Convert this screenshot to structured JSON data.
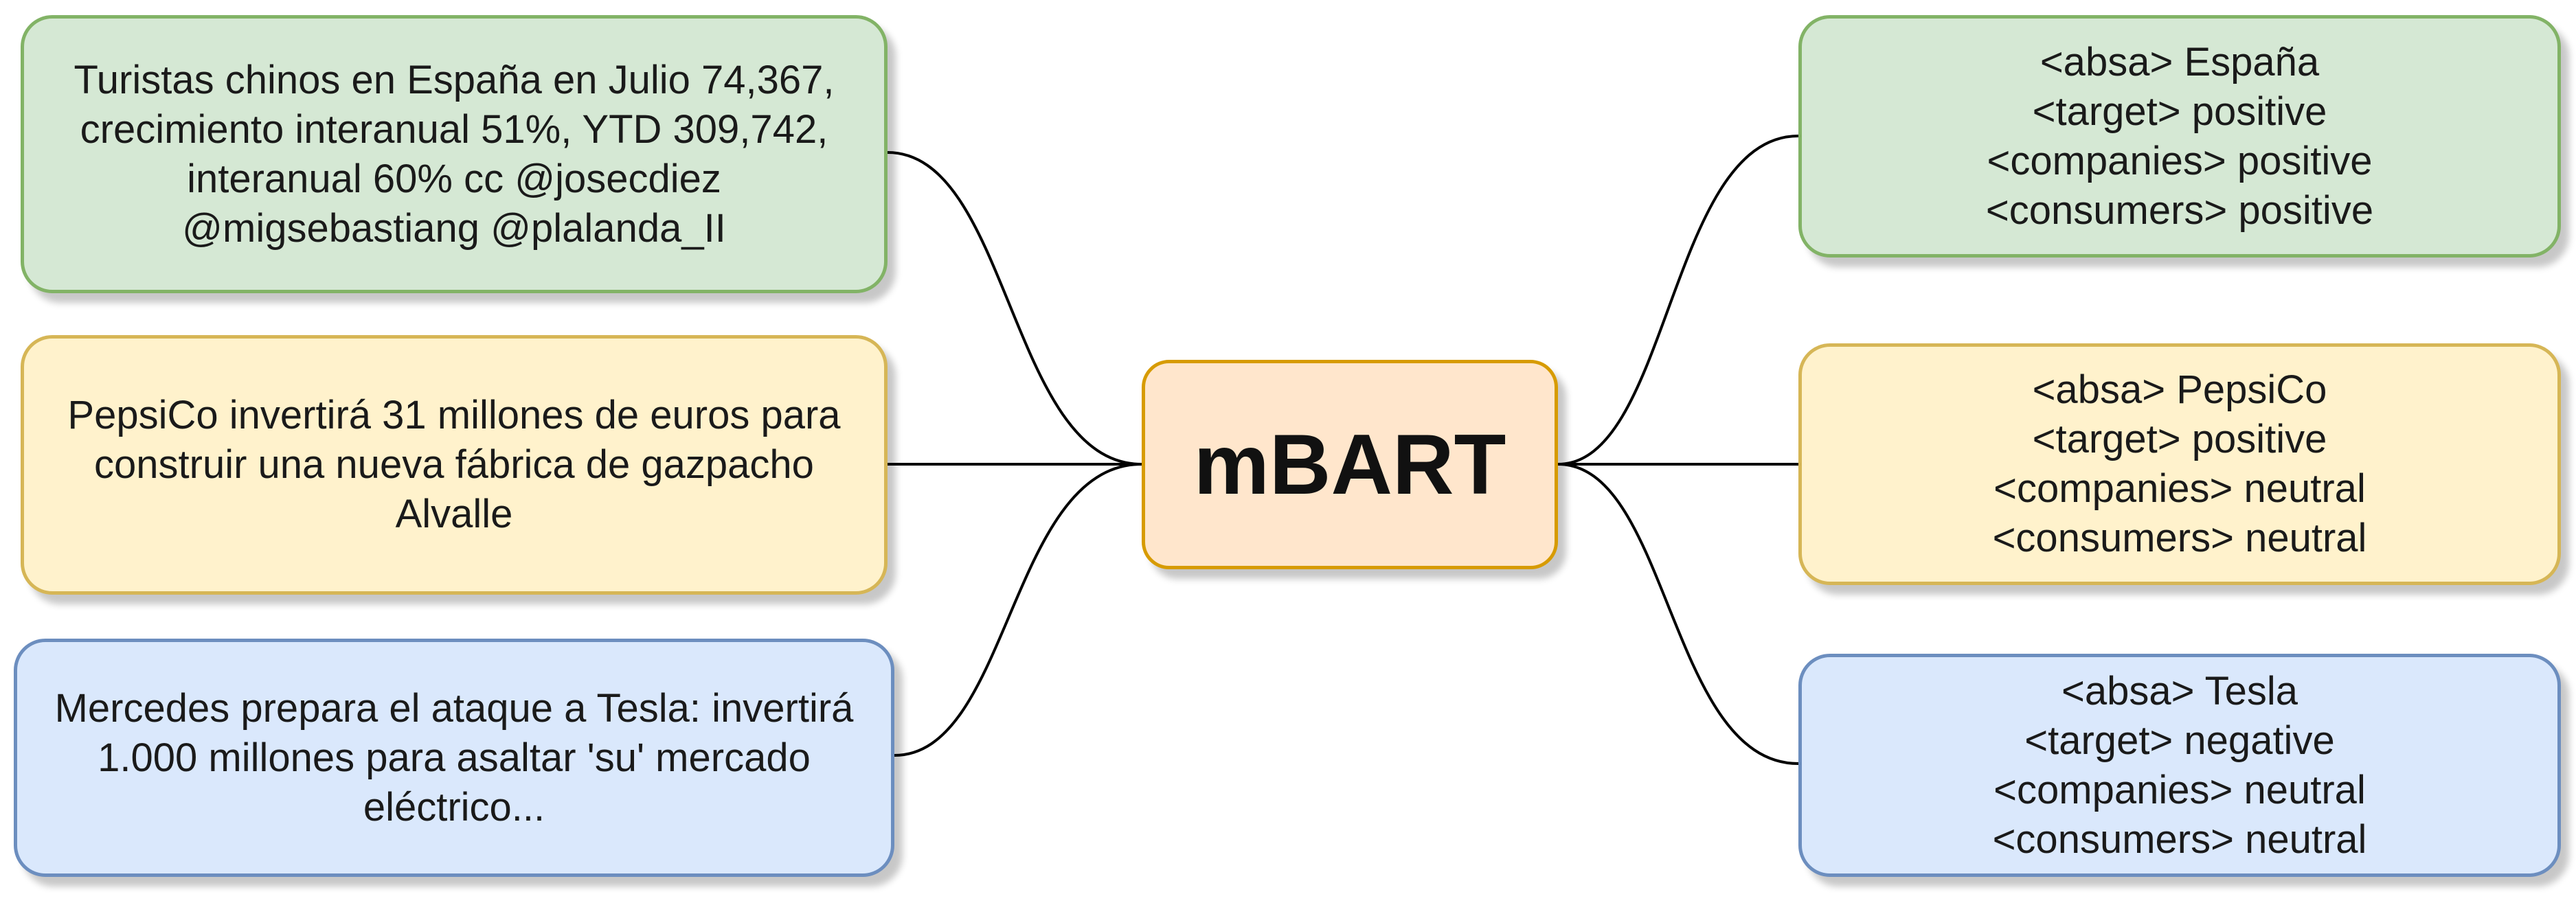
{
  "inputs": [
    {
      "text": "Turistas chinos en España en Julio 74,367, crecimiento interanual 51%, YTD 309,742, interanual 60% cc @josecdiez @migsebastiang @plalanda_II",
      "color": "#d5e8d4"
    },
    {
      "text": "PepsiCo invertirá 31 millones de euros para construir una nueva fábrica de gazpacho Alvalle",
      "color": "#fff2cc"
    },
    {
      "text": "Mercedes prepara el ataque a Tesla: invertirá 1.000 millones para asaltar 'su' mercado eléctrico...",
      "color": "#dae8fc"
    }
  ],
  "model": {
    "label": "mBART",
    "color": "#ffe6cc"
  },
  "outputs": [
    {
      "lines": [
        "<absa> España",
        "<target> positive",
        "<companies> positive",
        "<consumers> positive"
      ],
      "color": "#d5e8d4"
    },
    {
      "lines": [
        "<absa> PepsiCo",
        "<target> positive",
        "<companies> neutral",
        "<consumers> neutral"
      ],
      "color": "#fff2cc"
    },
    {
      "lines": [
        "<absa> Tesla",
        "<target> negative",
        "<companies> neutral",
        "<consumers> neutral"
      ],
      "color": "#dae8fc"
    }
  ]
}
